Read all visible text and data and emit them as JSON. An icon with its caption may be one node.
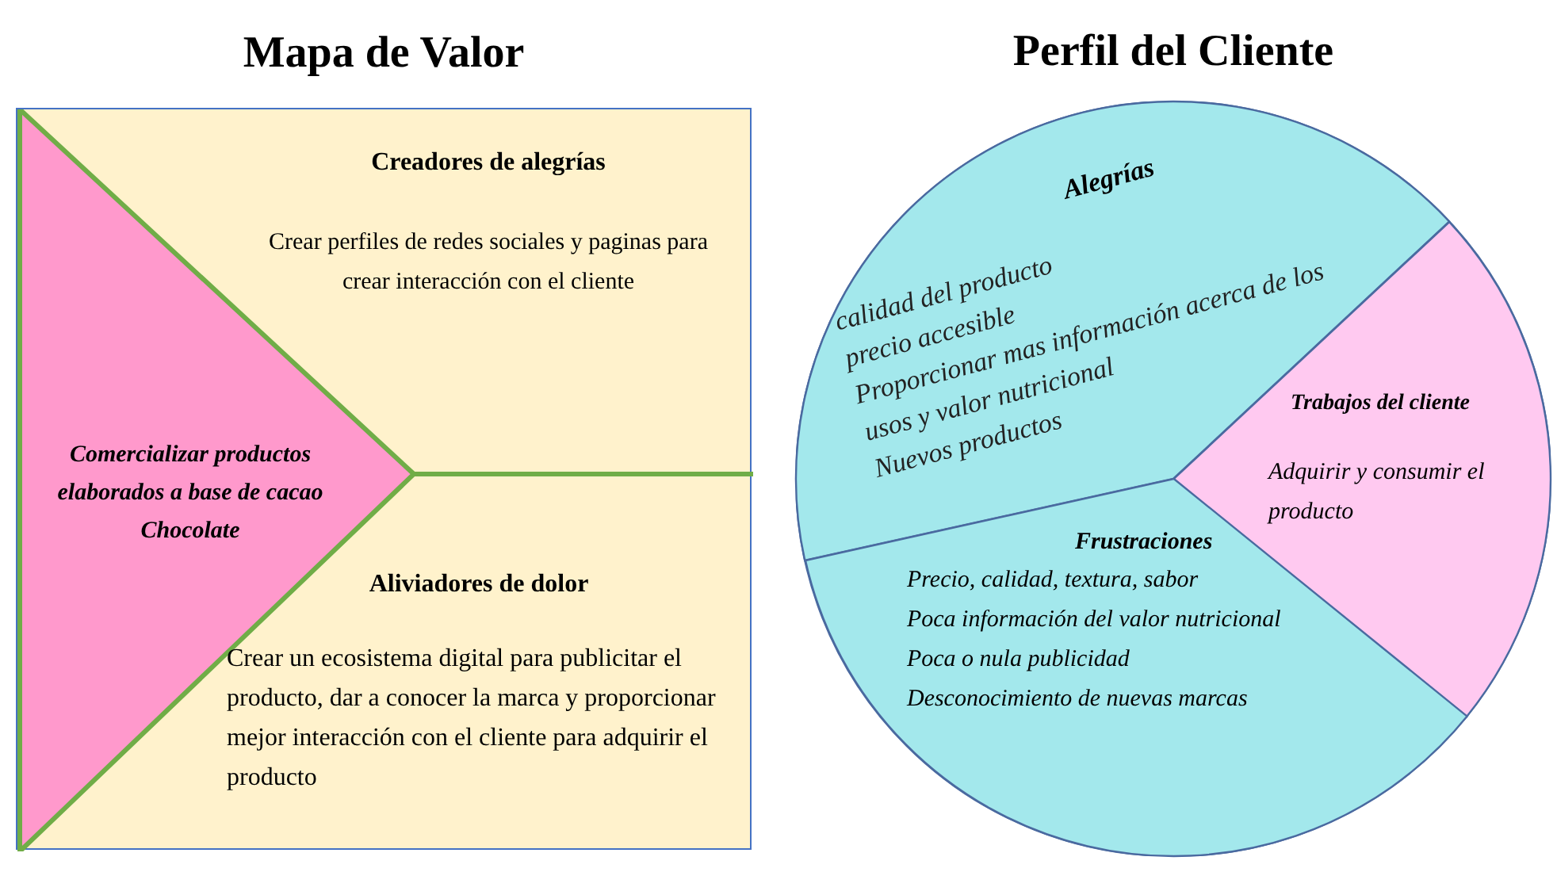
{
  "diagram": {
    "nodes": [
      {
        "text": [
          "Mapa de Valor"
        ]
      },
      {
        "text": [
          "Comercializar productos elaborados a base de cacao Chocolate"
        ],
        "in": 0
      },
      {
        "text": [
          "Creadores de alegrías",
          "Crear perfiles de redes sociales y paginas para crear interacción con el cliente"
        ],
        "in": 0
      },
      {
        "text": [
          "Aliviadores de dolor",
          "Crear un ecosistema digital para publicitar el producto, dar a conocer la marca y proporcionar mejor interacción con el cliente para adquirir el producto"
        ],
        "in": 0
      },
      {
        "text": [
          "Perfil del Cliente"
        ]
      },
      {
        "text": [
          "Alegrías",
          "calidad del producto",
          "precio accesible",
          "Proporcionar mas información acerca de los usos y valor nutricional",
          "Nuevos productos"
        ],
        "in": 4
      },
      {
        "text": [
          "Trabajos del cliente",
          "Adquirir y consumir el producto"
        ],
        "in": 4
      },
      {
        "text": [
          "Frustraciones",
          "Precio, calidad, textura, sabor",
          "Poca información del valor nutricional",
          "Poca o nula publicidad",
          "Desconocimiento de nuevas marcas"
        ],
        "in": 4
      }
    ]
  }
}
